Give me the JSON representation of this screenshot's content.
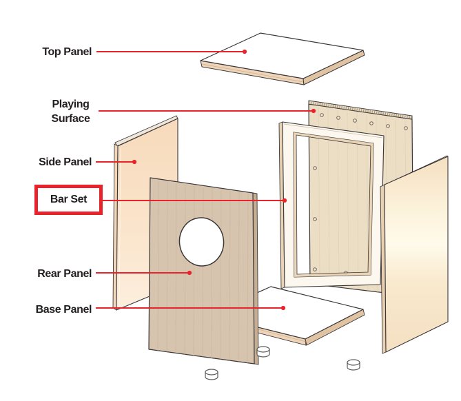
{
  "labels": [
    {
      "id": "top-panel",
      "text": "Top Panel",
      "highlighted": false
    },
    {
      "id": "playing-surface",
      "text": "Playing Surface",
      "highlighted": false,
      "lines": [
        "Playing",
        "Surface"
      ]
    },
    {
      "id": "side-panel",
      "text": "Side Panel",
      "highlighted": false
    },
    {
      "id": "bar-set",
      "text": "Bar Set",
      "highlighted": true
    },
    {
      "id": "rear-panel",
      "text": "Rear Panel",
      "highlighted": false
    },
    {
      "id": "base-panel",
      "text": "Base Panel",
      "highlighted": false
    }
  ],
  "colors": {
    "background": "#ffffff",
    "label_text": "#221e1f",
    "accent_red": "#e8232b",
    "outline": "#3a3637",
    "wood_side_panel": "#fae3c9",
    "wood_rear_panel": "#d7c4ae",
    "wood_playing_surface": "#ebdec4",
    "wood_edge_tan": "#eed5b9",
    "frame_face": "#fcf8f0"
  }
}
